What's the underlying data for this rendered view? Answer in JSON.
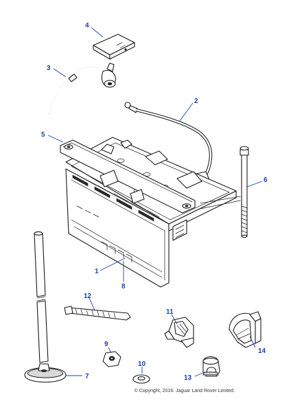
{
  "callouts": [
    {
      "id": "1",
      "label": "1"
    },
    {
      "id": "2",
      "label": "2"
    },
    {
      "id": "3",
      "label": "3"
    },
    {
      "id": "4",
      "label": "4"
    },
    {
      "id": "5",
      "label": "5"
    },
    {
      "id": "6",
      "label": "6"
    },
    {
      "id": "7",
      "label": "7"
    },
    {
      "id": "8",
      "label": "8"
    },
    {
      "id": "9",
      "label": "9"
    },
    {
      "id": "10",
      "label": "10"
    },
    {
      "id": "11",
      "label": "11"
    },
    {
      "id": "12",
      "label": "12"
    },
    {
      "id": "13",
      "label": "13"
    },
    {
      "id": "14",
      "label": "14"
    }
  ],
  "copyright": "© Copyright, 2016. Jaguar Land Rover Limited.",
  "colors": {
    "callout": "#1f3fa8",
    "line": "#1a1a1a"
  }
}
